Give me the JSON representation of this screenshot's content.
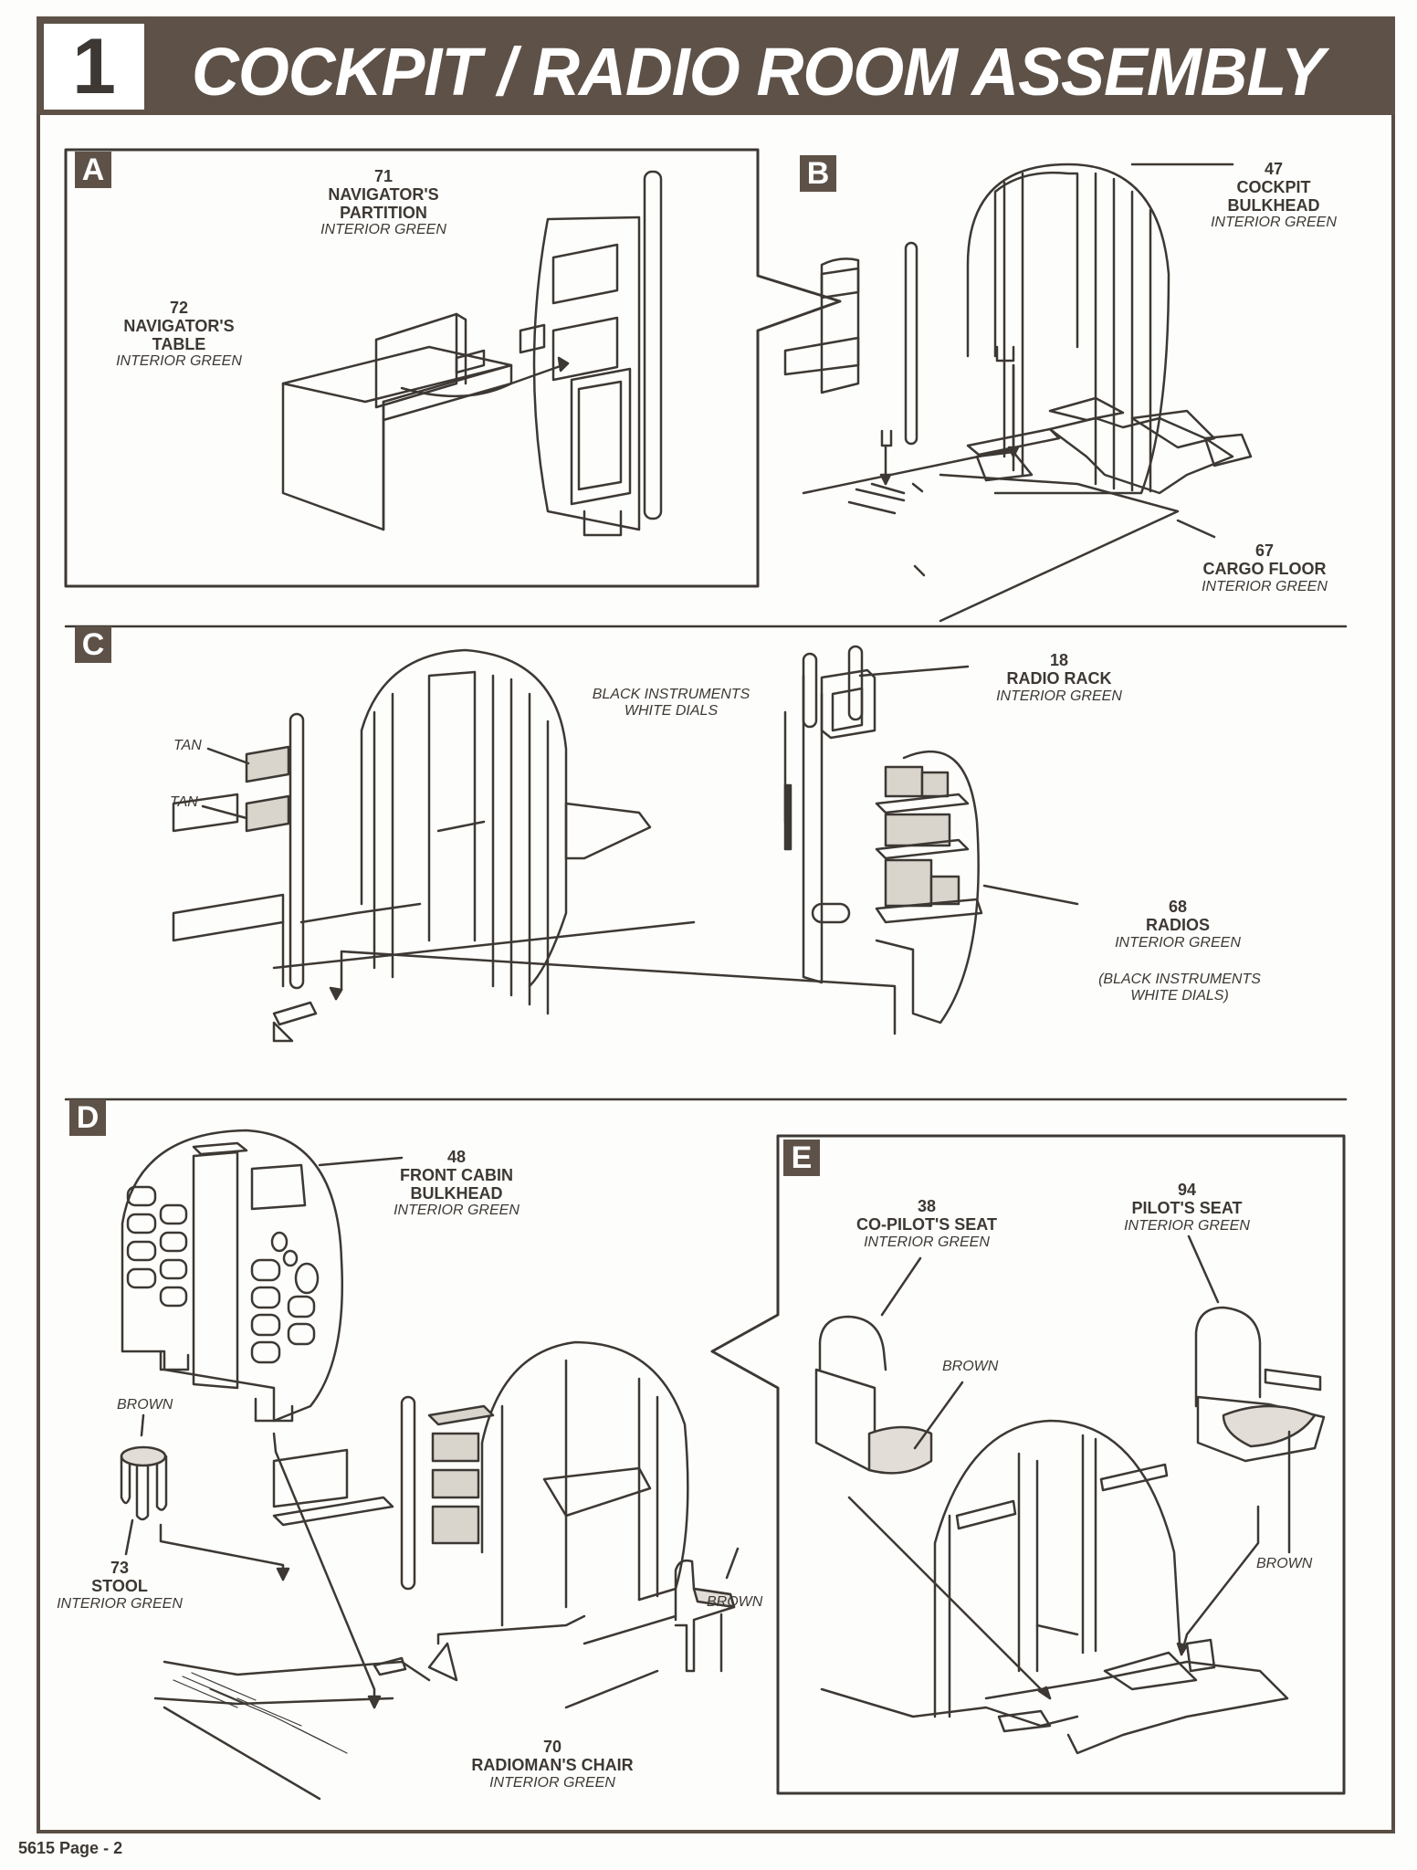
{
  "header": {
    "step_number": "1",
    "title": "COCKPIT / RADIO ROOM ASSEMBLY"
  },
  "panels": {
    "A": {
      "letter": "A",
      "parts": [
        {
          "num": "71",
          "name_lines": [
            "NAVIGATOR'S",
            "PARTITION"
          ],
          "color": "INTERIOR GREEN"
        },
        {
          "num": "72",
          "name_lines": [
            "NAVIGATOR'S",
            "TABLE"
          ],
          "color": "INTERIOR GREEN"
        }
      ]
    },
    "B": {
      "letter": "B",
      "parts": [
        {
          "num": "47",
          "name_lines": [
            "COCKPIT",
            "BULKHEAD"
          ],
          "color": "INTERIOR GREEN"
        },
        {
          "num": "67",
          "name_lines": [
            "CARGO FLOOR"
          ],
          "color": "INTERIOR GREEN"
        }
      ]
    },
    "C": {
      "letter": "C",
      "notes": {
        "tan_upper": "TAN",
        "tan_lower": "TAN",
        "instruments_line1": "BLACK INSTRUMENTS",
        "instruments_line2": "WHITE DIALS",
        "radios_note_line1": "(BLACK INSTRUMENTS",
        "radios_note_line2": "WHITE DIALS)"
      },
      "parts": [
        {
          "num": "18",
          "name_lines": [
            "RADIO RACK"
          ],
          "color": "INTERIOR GREEN"
        },
        {
          "num": "68",
          "name_lines": [
            "RADIOS"
          ],
          "color": "INTERIOR GREEN"
        }
      ]
    },
    "D": {
      "letter": "D",
      "notes": {
        "stool_top": "BROWN",
        "chair_seat": "BROWN"
      },
      "parts": [
        {
          "num": "48",
          "name_lines": [
            "FRONT CABIN",
            "BULKHEAD"
          ],
          "color": "INTERIOR GREEN"
        },
        {
          "num": "73",
          "name_lines": [
            "STOOL"
          ],
          "color": "INTERIOR GREEN"
        },
        {
          "num": "70",
          "name_lines": [
            "RADIOMAN'S CHAIR"
          ],
          "color": "INTERIOR GREEN"
        }
      ]
    },
    "E": {
      "letter": "E",
      "notes": {
        "copilot_cushion": "BROWN",
        "pilot_cushion": "BROWN"
      },
      "parts": [
        {
          "num": "38",
          "name_lines": [
            "CO-PILOT'S SEAT"
          ],
          "color": "INTERIOR GREEN"
        },
        {
          "num": "94",
          "name_lines": [
            "PILOT'S SEAT"
          ],
          "color": "INTERIOR GREEN"
        }
      ]
    }
  },
  "footer": {
    "page_label": "5615 Page - 2"
  },
  "colors": {
    "header_bg": "#5e5248",
    "ink": "#3d3833",
    "tan_fill": "#d9d4cc",
    "paper": "#fdfdfb"
  }
}
